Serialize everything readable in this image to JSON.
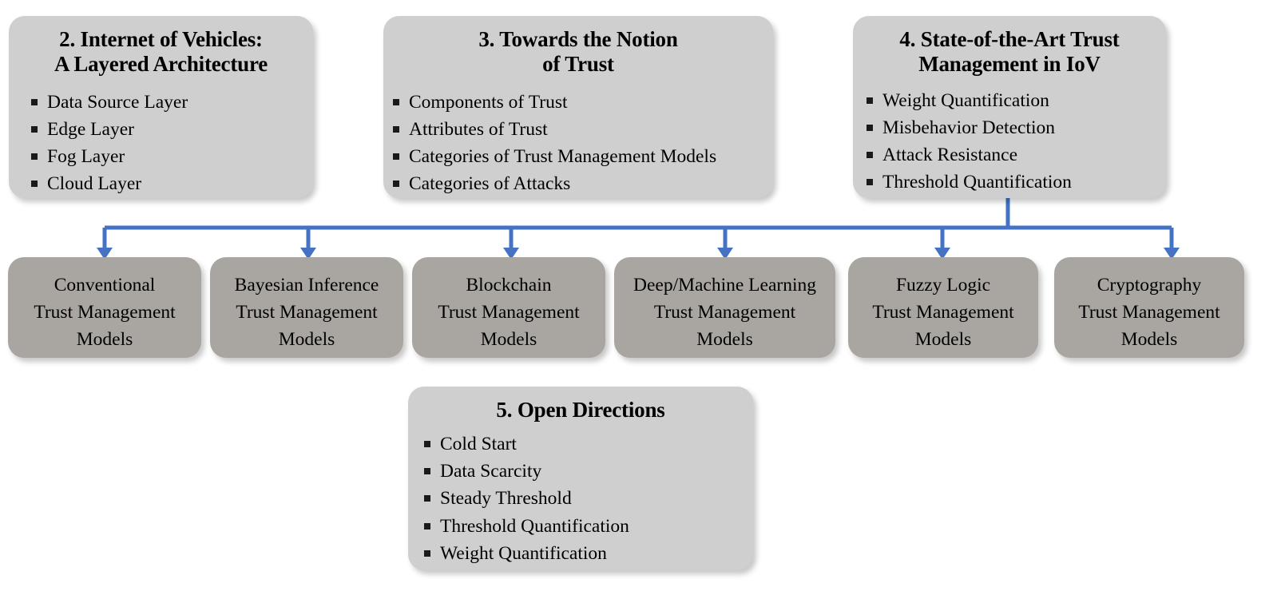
{
  "diagram": {
    "type": "survey-paper-structure-flowchart",
    "accent_color": "#4472C4",
    "top_card_color": "#CFCFCF",
    "model_card_color": "#A9A5A1",
    "bullet_color": "#1A1A1A"
  },
  "sections": [
    {
      "id": "section-2",
      "title": "2. Internet of Vehicles:\nA Layered Architecture",
      "items": [
        "Data Source Layer",
        "Edge Layer",
        "Fog Layer",
        "Cloud Layer"
      ]
    },
    {
      "id": "section-3",
      "title": "3. Towards the Notion\nof Trust",
      "items": [
        "Components of Trust",
        "Attributes of Trust",
        "Categories of Trust Management Models",
        "Categories of Attacks"
      ]
    },
    {
      "id": "section-4",
      "title": "4. State-of-the-Art Trust\nManagement in IoV",
      "items": [
        "Weight Quantification",
        "Misbehavior Detection",
        "Attack Resistance",
        "Threshold Quantification"
      ]
    }
  ],
  "models": [
    {
      "id": "model-conventional",
      "text": "Conventional\nTrust Management\nModels"
    },
    {
      "id": "model-bayesian",
      "text": "Bayesian Inference\nTrust Management\nModels"
    },
    {
      "id": "model-blockchain",
      "text": "Blockchain\nTrust Management\nModels"
    },
    {
      "id": "model-deep-machine",
      "text": "Deep/Machine Learning\nTrust Management\nModels"
    },
    {
      "id": "model-fuzzy-logic",
      "text": "Fuzzy Logic\nTrust Management\nModels"
    },
    {
      "id": "model-cryptography",
      "text": "Cryptography\nTrust Management\nModels"
    }
  ],
  "open_directions": {
    "id": "section-5",
    "title": "5. Open Directions",
    "items": [
      "Cold Start",
      "Data Scarcity",
      "Steady Threshold",
      "Threshold Quantification",
      "Weight Quantification"
    ]
  }
}
